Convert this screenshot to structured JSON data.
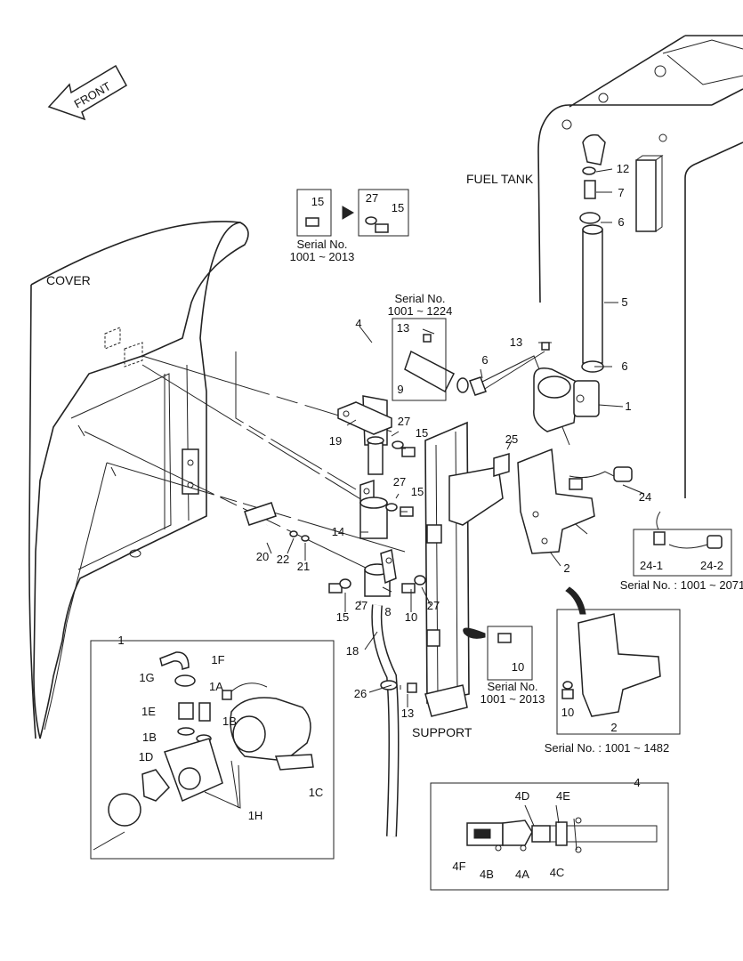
{
  "labels": {
    "front": "FRONT",
    "cover": "COVER",
    "fuel_tank": "FUEL TANK",
    "support": "SUPPORT"
  },
  "serial_notes": {
    "s1": "Serial No.",
    "s1_range": "1001 ~ 2013",
    "s2": "Serial No.",
    "s2_range": "1001 ~ 1224",
    "s3": "Serial No. : 1001 ~ 2071",
    "s4": "Serial No.",
    "s4_range": "1001 ~ 2013",
    "s5": "Serial No. : 1001 ~ 1482"
  },
  "callouts": {
    "c15_box": "15",
    "c27_box": "27",
    "c15_box2": "15",
    "c12": "12",
    "c7": "7",
    "c6_top": "6",
    "c5": "5",
    "c13_a": "13",
    "c13_b": "13",
    "c9": "9",
    "c6_mid": "6",
    "c6_right": "6",
    "c1": "1",
    "c4": "4",
    "c27_a": "27",
    "c15_a": "15",
    "c19": "19",
    "c25": "25",
    "c27_b": "27",
    "c15_b": "15",
    "c24": "24",
    "c14": "14",
    "c20": "20",
    "c22": "22",
    "c21": "21",
    "c2": "2",
    "c24_1": "24-1",
    "c24_2": "24-2",
    "c15_c": "15",
    "c27_c": "27",
    "c8": "8",
    "c10": "10",
    "c27_d": "27",
    "c18": "18",
    "c10_box": "10",
    "c26": "26",
    "c13_c": "13",
    "c2_inset": "2",
    "c10_inset": "10",
    "inset1_num": "1",
    "c1F": "1F",
    "c1G": "1G",
    "c1A": "1A",
    "c1E": "1E",
    "c1B_a": "1B",
    "c1B_b": "1B",
    "c1D": "1D",
    "c1C": "1C",
    "c1H": "1H",
    "inset4_num": "4",
    "c4D": "4D",
    "c4E": "4E",
    "c4F": "4F",
    "c4B": "4B",
    "c4A": "4A",
    "c4C": "4C"
  }
}
